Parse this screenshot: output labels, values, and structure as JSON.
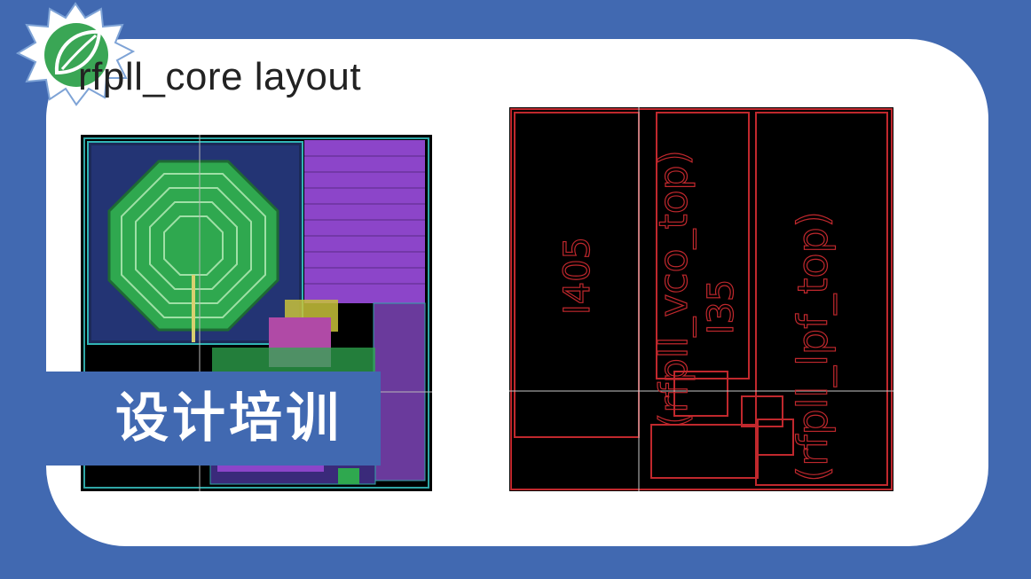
{
  "slide": {
    "title": "rfpll_core layout",
    "banner": "设计培训"
  },
  "right_layout": {
    "label_vco": "(rfpll_vco_top)",
    "label_lpf": "(rfpll_lpf_top)",
    "label_i405": "I405",
    "label_i35": "I35"
  },
  "colors": {
    "background": "#4169b1",
    "card": "#ffffff",
    "layout_bg": "#000000",
    "outline_red": "#c0282d",
    "metal_green": "#2fa84f",
    "metal_purple": "#8c45c9"
  },
  "icons": {
    "logo": "green-leaf-in-starburst-logo"
  }
}
